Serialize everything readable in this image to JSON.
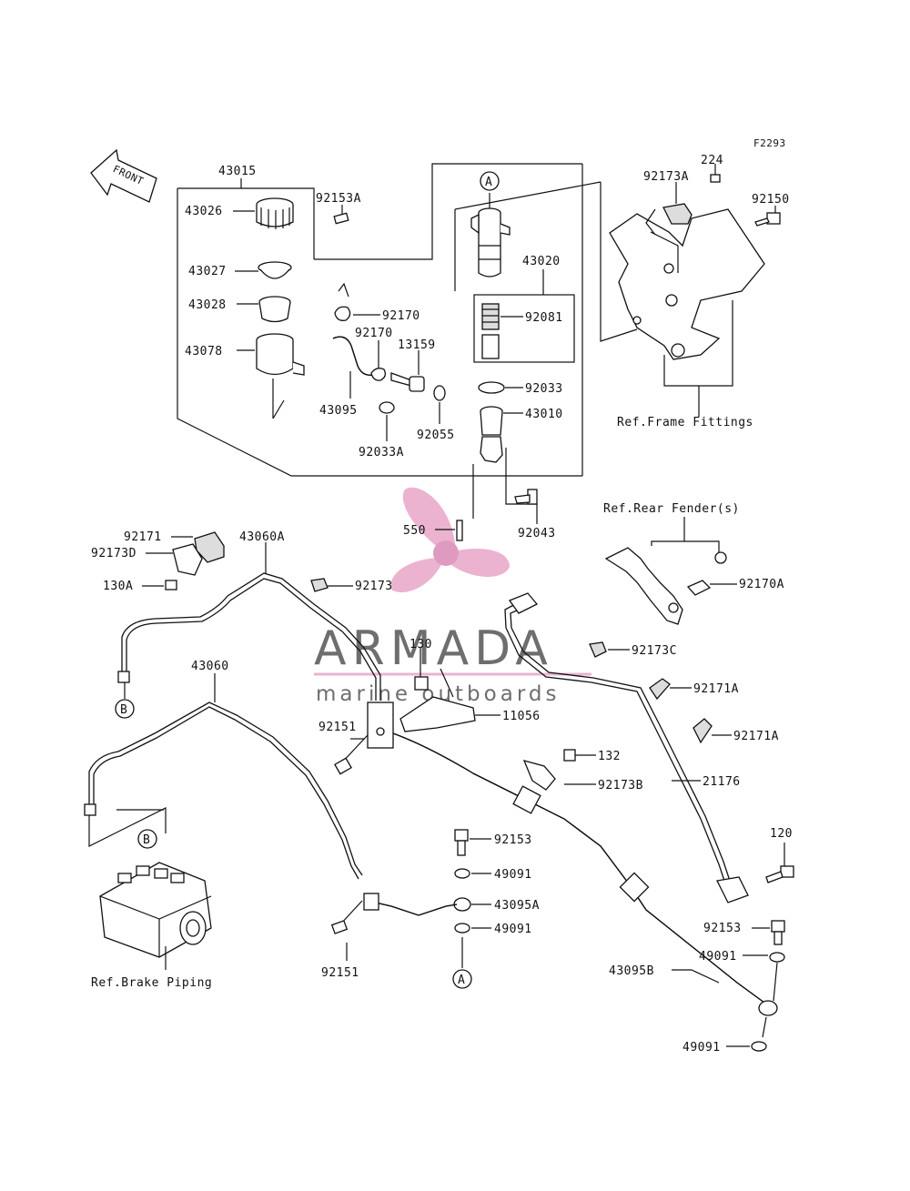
{
  "diagram_code": "F2293",
  "front_arrow_label": "FRONT",
  "callout_A": "A",
  "callout_B": "B",
  "labels": {
    "p43015": "43015",
    "p43026": "43026",
    "p43027": "43027",
    "p43028": "43028",
    "p43078": "43078",
    "p92153A": "92153A",
    "p92170a": "92170",
    "p92170b": "92170",
    "p13159": "13159",
    "p43095": "43095",
    "p92055": "92055",
    "p92033A": "92033A",
    "p43020": "43020",
    "p92081": "92081",
    "p92033": "92033",
    "p43010": "43010",
    "p92043": "92043",
    "p550": "550",
    "p224": "224",
    "p92173A": "92173A",
    "p92150": "92150",
    "p92171": "92171",
    "p92173D": "92173D",
    "p130A": "130A",
    "p43060A": "43060A",
    "p92173": "92173",
    "p92170A": "92170A",
    "p130": "130",
    "p92173C": "92173C",
    "p92171A_1": "92171A",
    "p92171A_2": "92171A",
    "p43060": "43060",
    "p11056": "11056",
    "p92151a": "92151",
    "p132": "132",
    "p92173B": "92173B",
    "p21176": "21176",
    "p92153": "92153",
    "p49091a": "49091",
    "p43095A": "43095A",
    "p49091b": "49091",
    "p120": "120",
    "p92153b": "92153",
    "p49091c": "49091",
    "p43095B": "43095B",
    "p49091d": "49091",
    "p92151b": "92151"
  },
  "references": {
    "frame_fittings": "Ref.Frame Fittings",
    "rear_fender": "Ref.Rear Fender(s)",
    "brake_piping": "Ref.Brake Piping"
  },
  "watermark": {
    "name": "ARMADA",
    "tagline": "marine outboards",
    "accent": "#e8a6c8"
  }
}
